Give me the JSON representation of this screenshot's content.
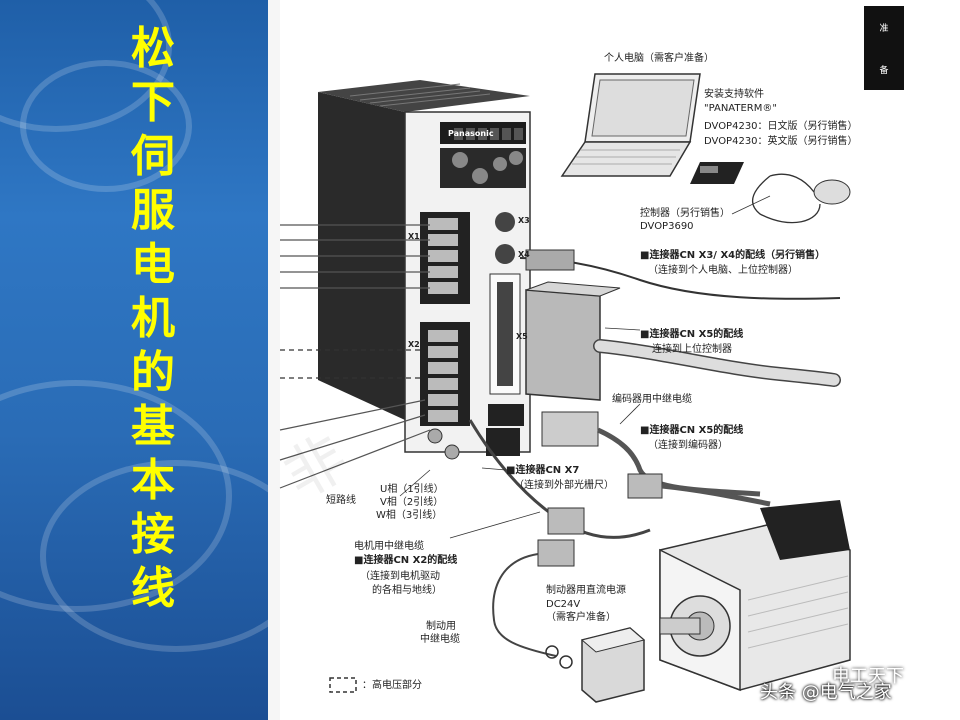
{
  "title_chars": [
    "松",
    "下",
    "伺",
    "服",
    "电",
    "机",
    "的",
    "基",
    "本",
    "接",
    "线"
  ],
  "corner_tab": [
    "准",
    "备"
  ],
  "labels": {
    "pc": "个人电脑（需客户准备）",
    "software": "安装支持软件",
    "panaterm": "\"PANATERM®\"",
    "dvop_jp": "DVOP4230：日文版（另行销售）",
    "dvop_en": "DVOP4230：英文版（另行销售）",
    "controller": "控制器（另行销售）",
    "controller_model": "DVOP3690",
    "cn_x3x4": "■连接器CN X3/ X4的配线（另行销售）",
    "cn_x3x4_sub": "（连接到个人电脑、上位控制器）",
    "cn_x5_top": "■连接器CN X5的配线",
    "cn_x5_top_sub": "连接到上位控制器",
    "encoder_cable": "编码器用中继电缆",
    "cn_x5_enc": "■连接器CN X5的配线",
    "cn_x5_enc_sub": "（连接到编码器）",
    "cn_x7": "■连接器CN X7",
    "cn_x7_sub": "（连接到外部光栅尺）",
    "short_wire": "短路线",
    "u_phase": "U相（1引线）",
    "v_phase": "V相（2引线）",
    "w_phase": "W相（3引线）",
    "motor_cable": "电机用中继电缆",
    "cn_x2": "■连接器CN X2的配线",
    "cn_x2_sub1": "（连接到电机驱动",
    "cn_x2_sub2": "的各相与地线）",
    "brake_power1": "制动器用直流电源",
    "brake_power2": "DC24V",
    "brake_power3": "（需客户准备）",
    "brake_cable1": "制动用",
    "brake_cable2": "中继电缆",
    "hv_legend": "：高电压部分",
    "brand": "Panasonic",
    "x1": "X1",
    "x2": "X2",
    "x3": "X3",
    "x4": "X4",
    "x5": "X5",
    "watermark_logo": "电工天下",
    "watermark_text": "头条 @电气之家"
  }
}
